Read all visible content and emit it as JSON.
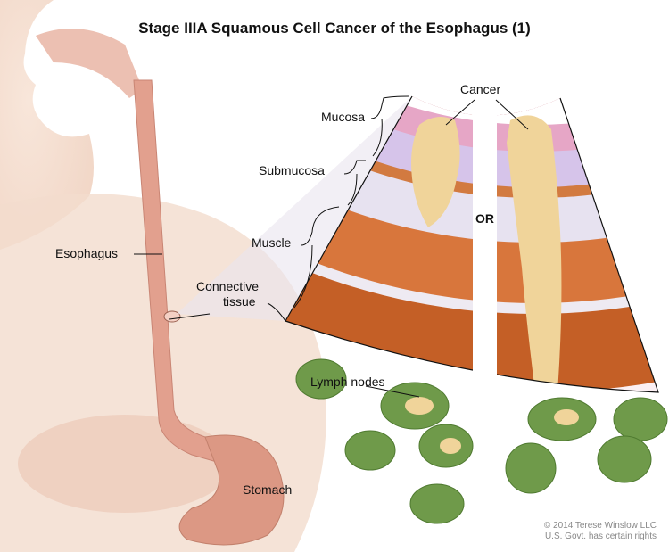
{
  "title": "Stage IIIA Squamous Cell Cancer of the Esophagus (1)",
  "labels": {
    "cancer": "Cancer",
    "mucosa": "Mucosa",
    "submucosa": "Submucosa",
    "muscle": "Muscle",
    "connective_line1": "Connective",
    "connective_line2": "tissue",
    "esophagus": "Esophagus",
    "lymph_nodes": "Lymph nodes",
    "stomach": "Stomach",
    "or": "OR"
  },
  "copyright": {
    "line1": "© 2014 Terese Winslow LLC",
    "line2": "U.S. Govt. has certain rights"
  },
  "colors": {
    "skin": "#f6e3d6",
    "esophagus": "#e2a08e",
    "mucosa": "#e6a6c6",
    "submucosa": "#e4def0",
    "muscle": "#d8763c",
    "connective": "#c45f26",
    "cancer": "#f0d49a",
    "lymph": "#6f9a4a"
  }
}
